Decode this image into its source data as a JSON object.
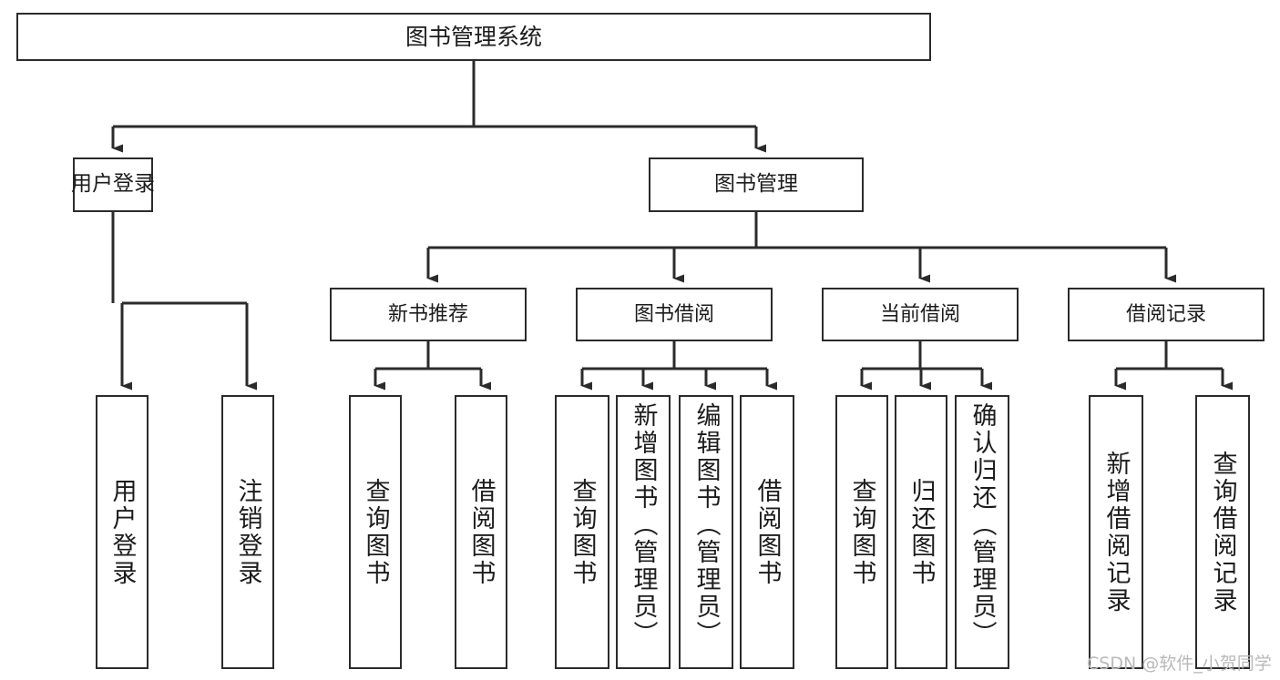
{
  "diagram": {
    "type": "tree-hierarchy",
    "title": "图书管理系统",
    "watermark": "CSDN @软件_小贺同学",
    "colors": {
      "stroke": "#2b2b2b",
      "fill": "#ffffff",
      "text": "#1c1c1c",
      "watermark": "#b9b9b9",
      "background": "#ffffff"
    },
    "nodes": {
      "root": {
        "label": "图书管理系统"
      },
      "level2": [
        {
          "id": "user-login",
          "label": "用户登录"
        },
        {
          "id": "book-manage",
          "label": "图书管理"
        }
      ],
      "level3": [
        {
          "id": "new-book-recommend",
          "label": "新书推荐"
        },
        {
          "id": "book-borrow",
          "label": "图书借阅"
        },
        {
          "id": "current-borrow",
          "label": "当前借阅"
        },
        {
          "id": "borrow-record",
          "label": "借阅记录"
        }
      ],
      "leaves": {
        "user-login": [
          {
            "id": "leaf-user-login",
            "label": "用户登录"
          },
          {
            "id": "leaf-user-logout",
            "label": "注销登录"
          }
        ],
        "new-book-recommend": [
          {
            "id": "leaf-query-book-1",
            "label": "查询图书"
          },
          {
            "id": "leaf-borrow-book-1",
            "label": "借阅图书"
          }
        ],
        "book-borrow": [
          {
            "id": "leaf-query-book-2",
            "label": "查询图书"
          },
          {
            "id": "leaf-add-book",
            "label": "新增图书（管理员）"
          },
          {
            "id": "leaf-edit-book",
            "label": "编辑图书（管理员）"
          },
          {
            "id": "leaf-borrow-book-2",
            "label": "借阅图书"
          }
        ],
        "current-borrow": [
          {
            "id": "leaf-query-book-3",
            "label": "查询图书"
          },
          {
            "id": "leaf-return-book",
            "label": "归还图书"
          },
          {
            "id": "leaf-confirm-return",
            "label": "确认归还（管理员）"
          }
        ],
        "borrow-record": [
          {
            "id": "leaf-add-record",
            "label": "新增借阅记录"
          },
          {
            "id": "leaf-query-record",
            "label": "查询借阅记录"
          }
        ]
      }
    }
  }
}
